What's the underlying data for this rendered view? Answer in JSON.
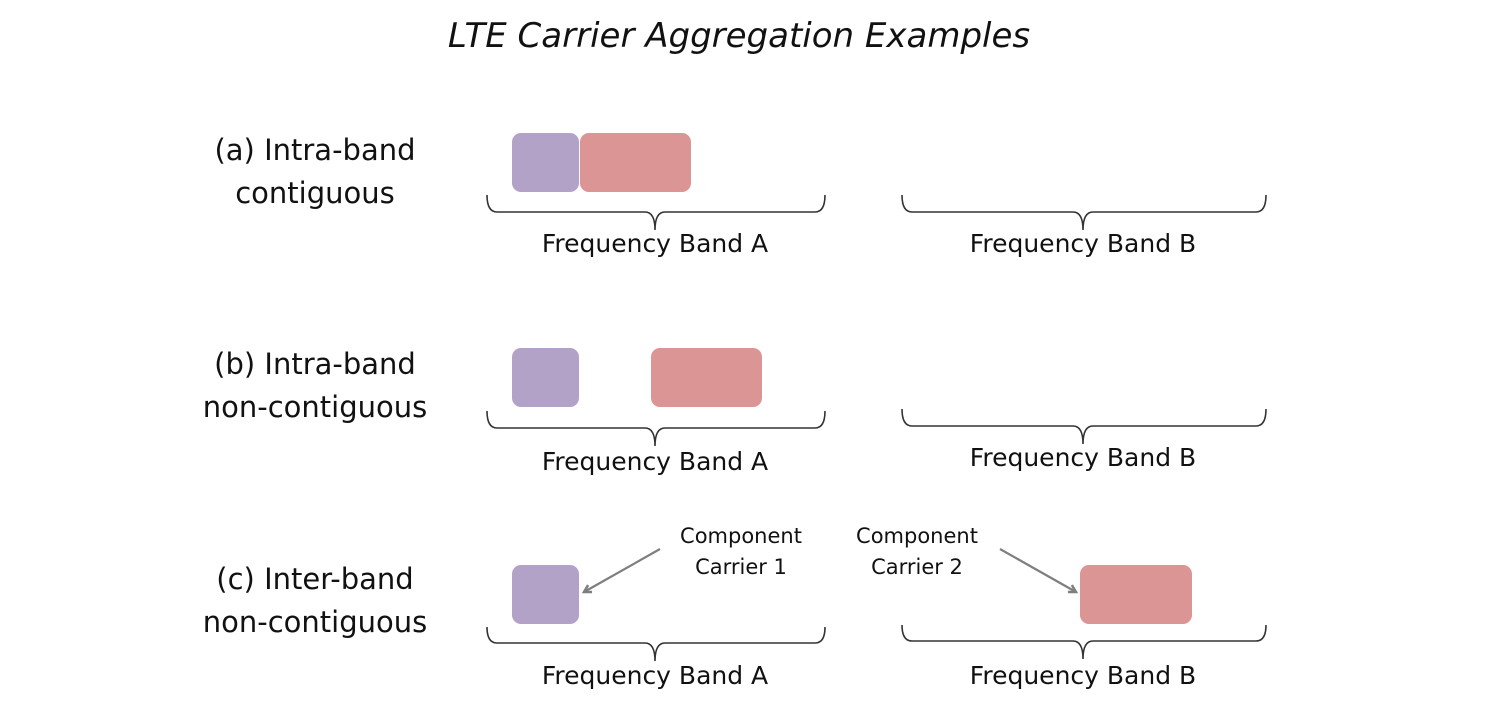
{
  "title": "LTE Carrier Aggregation Examples",
  "colors": {
    "component_carrier_1": "#b3a2c8",
    "component_carrier_2": "#da9594",
    "bracket": "#333333",
    "arrow": "#7f7f7f"
  },
  "rows": [
    {
      "label_line1": "(a) Intra-band",
      "label_line2": "contiguous",
      "band_a_label": "Frequency Band A",
      "band_b_label": "Frequency Band B"
    },
    {
      "label_line1": "(b) Intra-band",
      "label_line2": "non-contiguous",
      "band_a_label": "Frequency Band A",
      "band_b_label": "Frequency Band B"
    },
    {
      "label_line1": "(c) Inter-band",
      "label_line2": "non-contiguous",
      "band_a_label": "Frequency Band A",
      "band_b_label": "Frequency Band B"
    }
  ],
  "callouts": [
    {
      "line1": "Component",
      "line2": "Carrier 1"
    },
    {
      "line1": "Component",
      "line2": "Carrier 2"
    }
  ]
}
